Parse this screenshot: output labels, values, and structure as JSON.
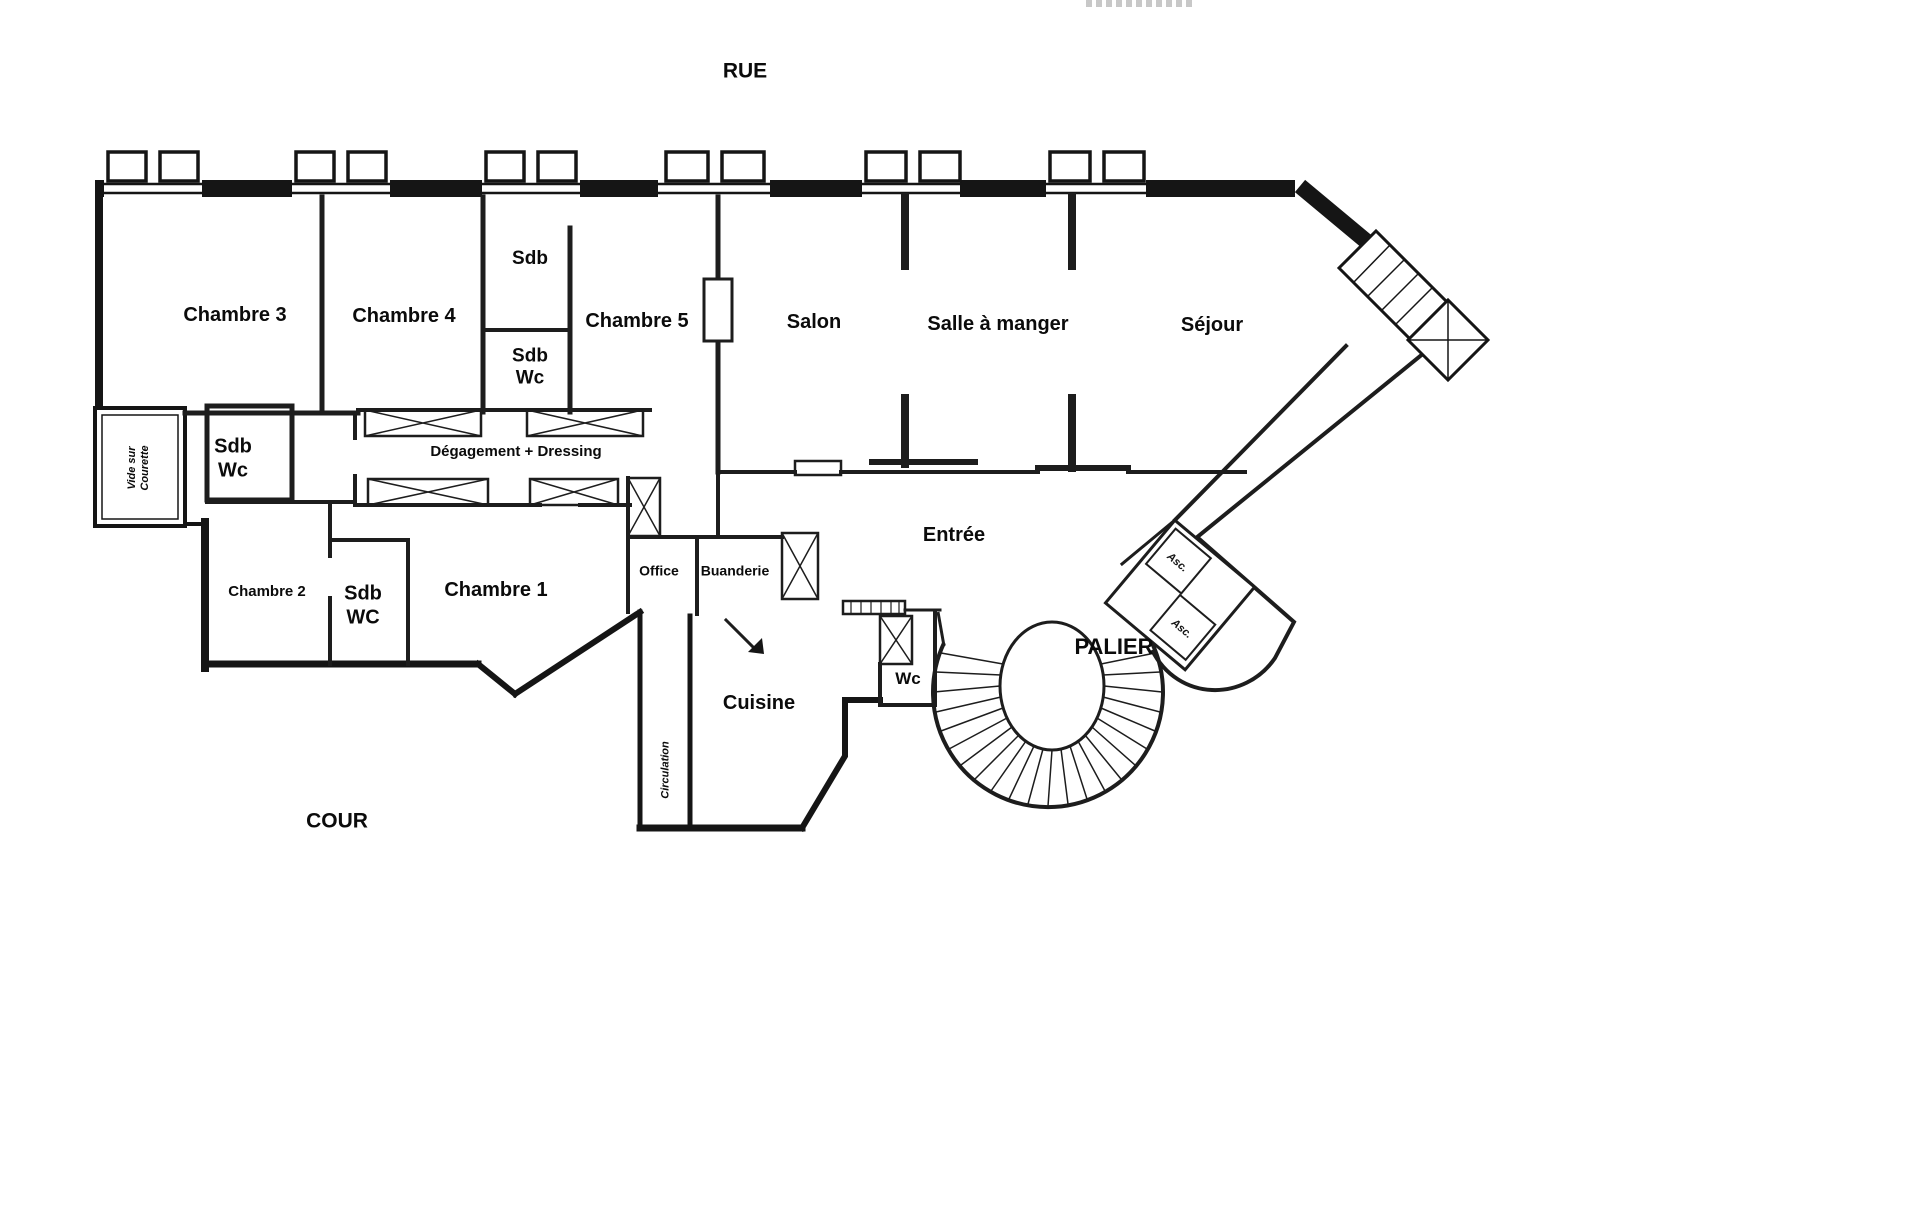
{
  "labels": {
    "street": "RUE",
    "courtyard": "COUR",
    "chambre3": "Chambre 3",
    "chambre4": "Chambre 4",
    "sdb_top": "Sdb",
    "sdb_wc_upper_l1": "Sdb",
    "sdb_wc_upper_l2": "Wc",
    "chambre5": "Chambre 5",
    "salon": "Salon",
    "salle_a_manger": "Salle à manger",
    "sejour": "Séjour",
    "vide_l1": "Vide sur",
    "vide_l2": "Courette",
    "sdb_wc_left_l1": "Sdb",
    "sdb_wc_left_l2": "Wc",
    "degagement": "Dégagement + Dressing",
    "chambre2": "Chambre 2",
    "sdb_wc_lower_l1": "Sdb",
    "sdb_wc_lower_l2": "WC",
    "chambre1": "Chambre 1",
    "office": "Office",
    "buanderie": "Buanderie",
    "entree": "Entrée",
    "cuisine": "Cuisine",
    "wc": "Wc",
    "palier": "PALIER",
    "circulation": "Circulation",
    "asc1": "Asc.",
    "asc2": "Asc."
  },
  "colors": {
    "ink": "#151515",
    "paper": "#ffffff"
  }
}
